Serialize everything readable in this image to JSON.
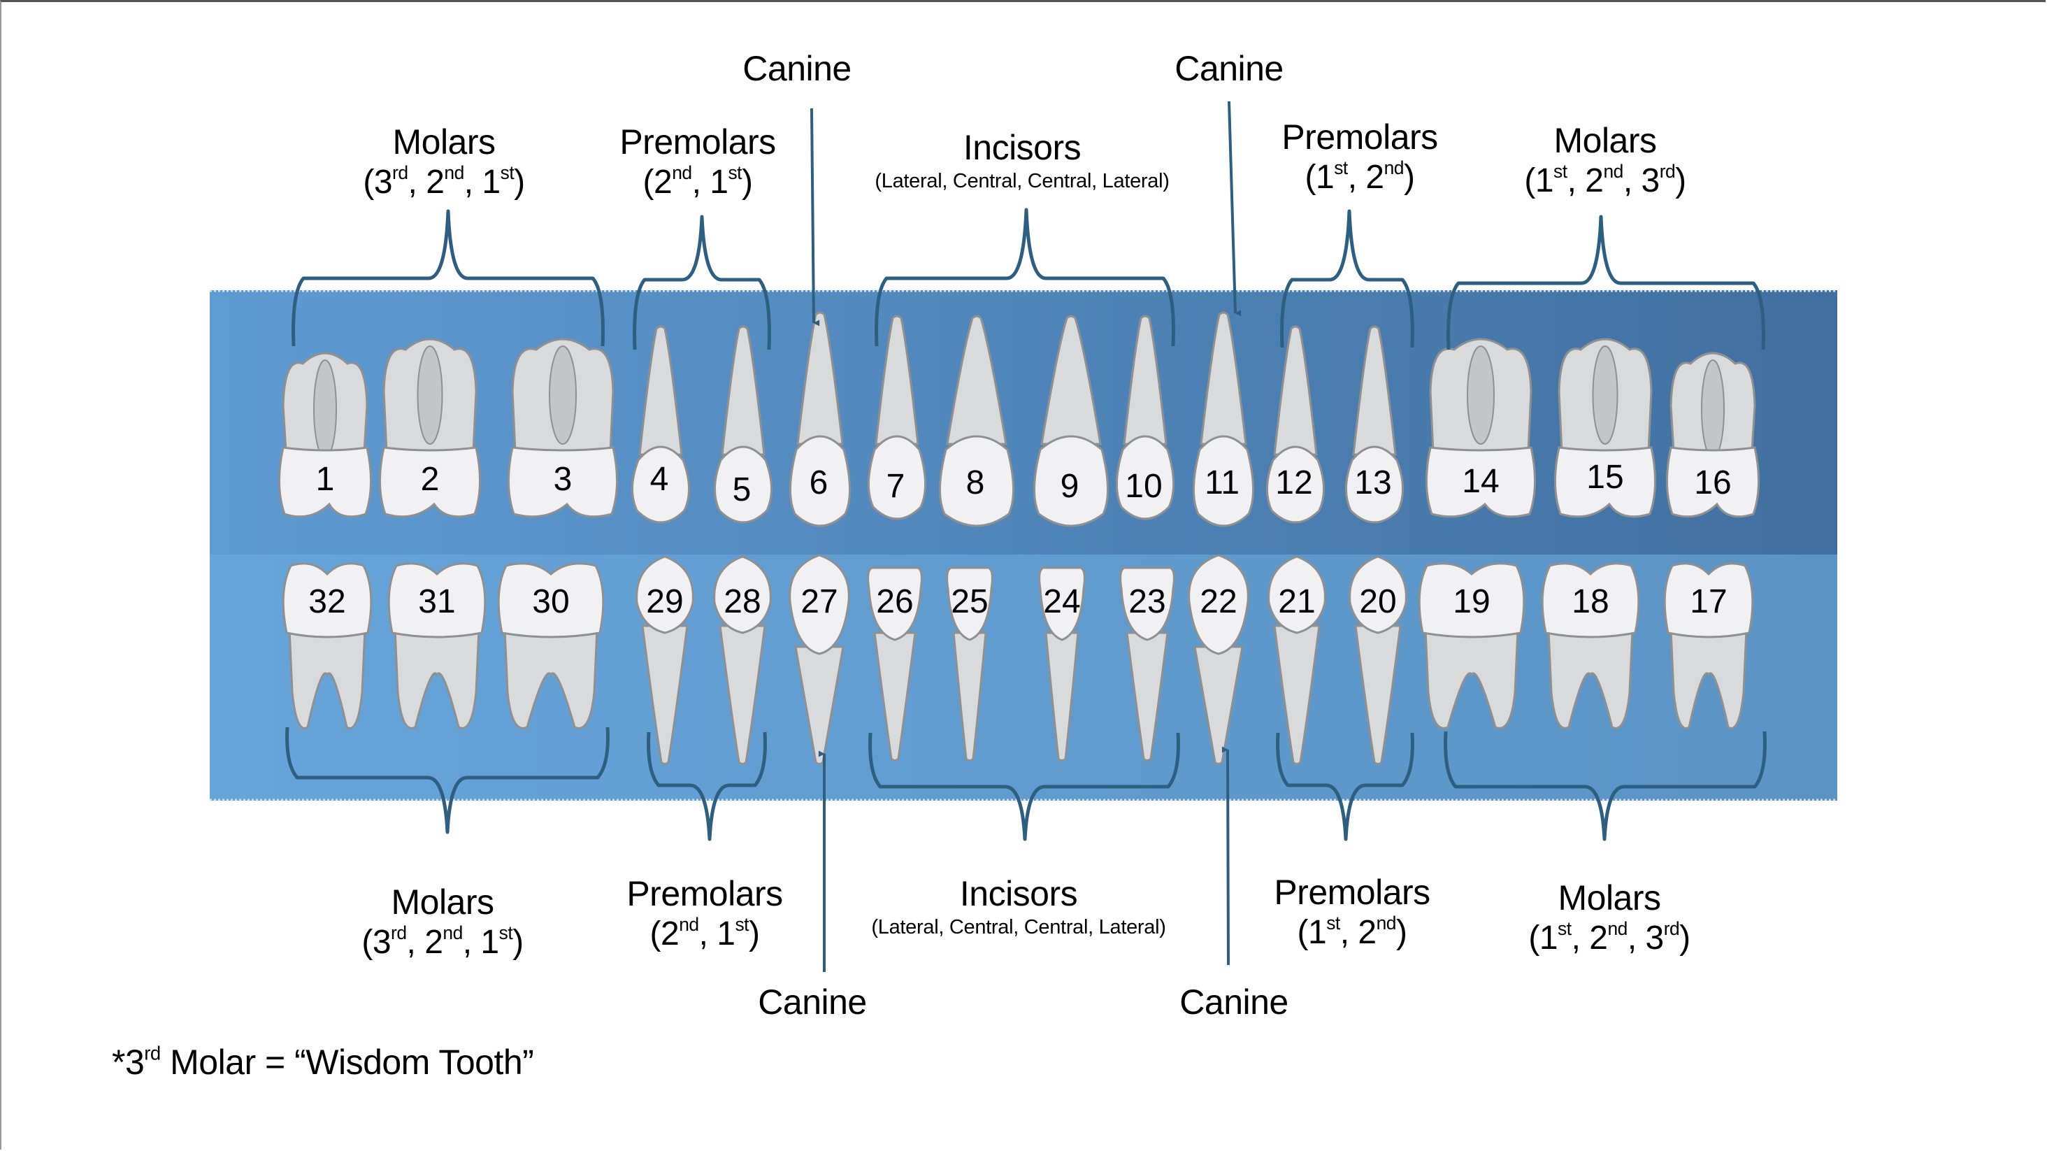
{
  "colors": {
    "band_upper_left": "#5f9bd3",
    "band_upper_right": "#416f9f",
    "band_lower_left": "#66a4da",
    "band_lower_right": "#5b93c4",
    "bracket": "#2e5f80",
    "root": "#d9dadc",
    "crown": "#f1f1f4",
    "pulp": "#c4c5c8",
    "outline": "#8f9092"
  },
  "upper_labels": [
    {
      "id": "molars-right",
      "title": "Molars",
      "ordinals": [
        [
          "3",
          "rd"
        ],
        [
          "2",
          "nd"
        ],
        [
          "1",
          "st"
        ]
      ]
    },
    {
      "id": "premolars-right",
      "title": "Premolars",
      "ordinals": [
        [
          "2",
          "nd"
        ],
        [
          "1",
          "st"
        ]
      ]
    },
    {
      "id": "canine-right",
      "title": "Canine"
    },
    {
      "id": "incisors",
      "title": "Incisors",
      "detail": "(Lateral, Central, Central, Lateral)"
    },
    {
      "id": "canine-left",
      "title": "Canine"
    },
    {
      "id": "premolars-left",
      "title": "Premolars",
      "ordinals": [
        [
          "1",
          "st"
        ],
        [
          "2",
          "nd"
        ]
      ]
    },
    {
      "id": "molars-left",
      "title": "Molars",
      "ordinals": [
        [
          "1",
          "st"
        ],
        [
          "2",
          "nd"
        ],
        [
          "3",
          "rd"
        ]
      ]
    }
  ],
  "lower_labels": [
    {
      "id": "molars-right",
      "title": "Molars",
      "ordinals": [
        [
          "3",
          "rd"
        ],
        [
          "2",
          "nd"
        ],
        [
          "1",
          "st"
        ]
      ]
    },
    {
      "id": "premolars-right",
      "title": "Premolars",
      "ordinals": [
        [
          "2",
          "nd"
        ],
        [
          "1",
          "st"
        ]
      ]
    },
    {
      "id": "canine-right",
      "title": "Canine"
    },
    {
      "id": "incisors",
      "title": "Incisors",
      "detail": "(Lateral, Central, Central, Lateral)"
    },
    {
      "id": "canine-left",
      "title": "Canine"
    },
    {
      "id": "premolars-left",
      "title": "Premolars",
      "ordinals": [
        [
          "1",
          "st"
        ],
        [
          "2",
          "nd"
        ]
      ]
    },
    {
      "id": "molars-left",
      "title": "Molars",
      "ordinals": [
        [
          "1",
          "st"
        ],
        [
          "2",
          "nd"
        ],
        [
          "3",
          "rd"
        ]
      ]
    }
  ],
  "upper_teeth": [
    {
      "number": "1",
      "type": "molar"
    },
    {
      "number": "2",
      "type": "molar"
    },
    {
      "number": "3",
      "type": "molar"
    },
    {
      "number": "4",
      "type": "premolar"
    },
    {
      "number": "5",
      "type": "premolar"
    },
    {
      "number": "6",
      "type": "canine"
    },
    {
      "number": "7",
      "type": "incisor"
    },
    {
      "number": "8",
      "type": "incisor"
    },
    {
      "number": "9",
      "type": "incisor"
    },
    {
      "number": "10",
      "type": "incisor"
    },
    {
      "number": "11",
      "type": "canine"
    },
    {
      "number": "12",
      "type": "premolar"
    },
    {
      "number": "13",
      "type": "premolar"
    },
    {
      "number": "14",
      "type": "molar"
    },
    {
      "number": "15",
      "type": "molar"
    },
    {
      "number": "16",
      "type": "molar"
    }
  ],
  "lower_teeth": [
    {
      "number": "32",
      "type": "molar"
    },
    {
      "number": "31",
      "type": "molar"
    },
    {
      "number": "30",
      "type": "molar"
    },
    {
      "number": "29",
      "type": "premolar"
    },
    {
      "number": "28",
      "type": "premolar"
    },
    {
      "number": "27",
      "type": "canine"
    },
    {
      "number": "26",
      "type": "incisor"
    },
    {
      "number": "25",
      "type": "incisor"
    },
    {
      "number": "24",
      "type": "incisor"
    },
    {
      "number": "23",
      "type": "incisor"
    },
    {
      "number": "22",
      "type": "canine"
    },
    {
      "number": "21",
      "type": "premolar"
    },
    {
      "number": "20",
      "type": "premolar"
    },
    {
      "number": "19",
      "type": "molar"
    },
    {
      "number": "18",
      "type": "molar"
    },
    {
      "number": "17",
      "type": "molar"
    }
  ],
  "footnote": {
    "prefix": "*3",
    "sup": "rd",
    "text": " Molar = “Wisdom Tooth”"
  }
}
